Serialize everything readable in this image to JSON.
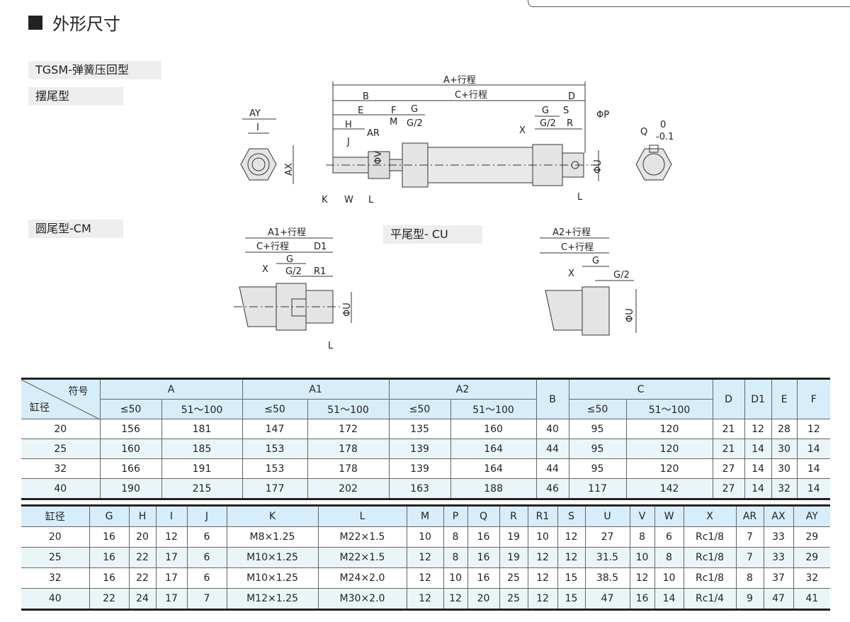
{
  "title": "外形尺寸",
  "tags": {
    "type": "TGSM-弹簧压回型",
    "swing": "摆尾型",
    "round": "圆尾型-CM",
    "flat": "平尾型- CU"
  },
  "main_drawing": {
    "a": "A+行程",
    "b": "B",
    "c": "C+行程",
    "d": "D",
    "e": "E",
    "f": "F",
    "g": "G",
    "g2": "G/2",
    "m": "M",
    "h": "H",
    "ar": "AR",
    "v": "ΦV",
    "j": "J",
    "k": "K",
    "w": "W",
    "l": "L",
    "i": "I",
    "ay": "AY",
    "ax": "AX",
    "x": "X",
    "s": "S",
    "r": "R",
    "p": "ΦP",
    "u": "ΦU",
    "q": "Q",
    "tol_up": "0",
    "tol_dn": "-0.1"
  },
  "cm_drawing": {
    "a1": "A1+行程",
    "c": "C+行程",
    "d1": "D1",
    "g": "G",
    "x": "X",
    "g2": "G/2",
    "r1": "R1",
    "u": "ΦU",
    "l": "L"
  },
  "cu_drawing": {
    "a2": "A2+行程",
    "c": "C+行程",
    "g": "G",
    "x": "X",
    "g2": "G/2",
    "u": "ΦU"
  },
  "table1": {
    "corner_top": "符号",
    "corner_bottom": "缸径",
    "groups": [
      "A",
      "A1",
      "A2",
      "B",
      "C",
      "D",
      "D1",
      "E",
      "F"
    ],
    "sub": [
      "≤50",
      "51～100"
    ],
    "rows": [
      [
        "20",
        "156",
        "181",
        "147",
        "172",
        "135",
        "160",
        "40",
        "95",
        "120",
        "21",
        "12",
        "28",
        "12"
      ],
      [
        "25",
        "160",
        "185",
        "153",
        "178",
        "139",
        "164",
        "44",
        "95",
        "120",
        "21",
        "14",
        "30",
        "14"
      ],
      [
        "32",
        "166",
        "191",
        "153",
        "178",
        "139",
        "164",
        "44",
        "95",
        "120",
        "27",
        "14",
        "30",
        "14"
      ],
      [
        "40",
        "190",
        "215",
        "177",
        "202",
        "163",
        "188",
        "46",
        "117",
        "142",
        "27",
        "14",
        "32",
        "14"
      ]
    ]
  },
  "table2": {
    "headers": [
      "缸径",
      "G",
      "H",
      "I",
      "J",
      "K",
      "L",
      "M",
      "P",
      "Q",
      "R",
      "R1",
      "S",
      "U",
      "V",
      "W",
      "X",
      "AR",
      "AX",
      "AY"
    ],
    "rows": [
      [
        "20",
        "16",
        "20",
        "12",
        "6",
        "M8×1.25",
        "M22×1.5",
        "10",
        "8",
        "16",
        "19",
        "10",
        "12",
        "27",
        "8",
        "6",
        "Rc1/8",
        "7",
        "33",
        "29"
      ],
      [
        "25",
        "16",
        "22",
        "17",
        "6",
        "M10×1.25",
        "M22×1.5",
        "12",
        "8",
        "16",
        "19",
        "12",
        "12",
        "31.5",
        "10",
        "8",
        "Rc1/8",
        "7",
        "33",
        "29"
      ],
      [
        "32",
        "16",
        "22",
        "17",
        "6",
        "M10×1.25",
        "M24×2.0",
        "12",
        "10",
        "16",
        "25",
        "12",
        "15",
        "38.5",
        "12",
        "10",
        "Rc1/8",
        "8",
        "37",
        "32"
      ],
      [
        "40",
        "22",
        "24",
        "17",
        "7",
        "M12×1.25",
        "M30×2.0",
        "12",
        "12",
        "20",
        "25",
        "12",
        "15",
        "47",
        "16",
        "14",
        "Rc1/4",
        "9",
        "47",
        "41"
      ]
    ]
  }
}
